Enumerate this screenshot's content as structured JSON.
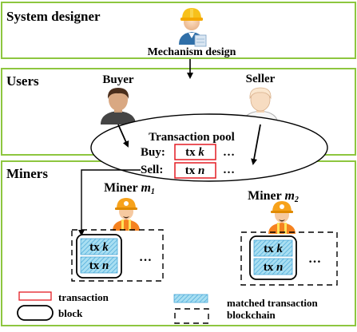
{
  "lanes": {
    "designer": "System designer",
    "users": "Users",
    "miners": "Miners"
  },
  "mechanism_label": "Mechanism design",
  "roles": {
    "buyer": "Buyer",
    "seller": "Seller"
  },
  "pool": {
    "title": "Transaction pool",
    "buy_label": "Buy:",
    "sell_label": "Sell:",
    "ellipsis": "…"
  },
  "tx": {
    "prefix": "tx",
    "k": "k",
    "n": "n"
  },
  "miners": {
    "prefix": "Miner",
    "m1_var": "m",
    "m1_sub": "1",
    "m2_var": "m",
    "m2_sub": "2"
  },
  "block_ellipsis": "…",
  "legend": {
    "transaction": "transaction",
    "block": "block",
    "matched": "matched transaction",
    "blockchain": "blockchain"
  },
  "colors": {
    "lane_border": "#8dc63f",
    "tx_border": "#e31c23",
    "matched_fill": "#a9dff2",
    "matched_hatch": "#4aa8d8",
    "worker_orange": "#f58220",
    "helmet": "#f7a21b",
    "skin": "#f6c9a0"
  },
  "icons": [
    "system-designer-icon",
    "buyer-avatar-icon",
    "seller-avatar-icon",
    "miner-icon"
  ]
}
